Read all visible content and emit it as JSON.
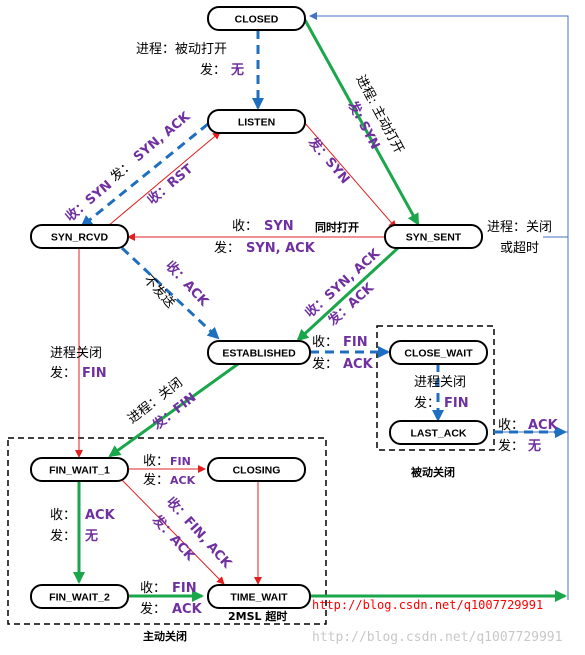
{
  "states": {
    "closed": "CLOSED",
    "listen": "LISTEN",
    "syn_rcvd": "SYN_RCVD",
    "syn_sent": "SYN_SENT",
    "established": "ESTABLISHED",
    "close_wait": "CLOSE_WAIT",
    "last_ack": "LAST_ACK",
    "fin_wait_1": "FIN_WAIT_1",
    "closing": "CLOSING",
    "fin_wait_2": "FIN_WAIT_2",
    "time_wait": "TIME_WAIT"
  },
  "labels": {
    "passive_open_1": "进程：被动打开",
    "passive_open_2": "发：",
    "passive_open_2v": "无",
    "active_open_a": "进程: 主动打开",
    "active_open_b": "发: SYN",
    "listen_send": "发：SYN",
    "listen_recv_1": "收：SYN",
    "listen_recv_1b": "发：",
    "listen_recv_1v": "SYN, ACK",
    "rst": "收：RST",
    "simul_recv": "收：",
    "simul_recv_v": "SYN",
    "simul_send": "发：",
    "simul_send_v": "SYN, ACK",
    "simul_open": "同时打开",
    "close_or_timeout_1": "进程：关闭",
    "close_or_timeout_2": "或超时",
    "synack_recv": "收：SYN, ACK",
    "synack_send": "发：ACK",
    "ack_recv": "收：ACK",
    "no_send": "不发送",
    "proc_close_1": "进程关闭",
    "proc_close_2": "发：",
    "proc_close_2v": "FIN",
    "est_close_a": "进程：关闭",
    "est_close_b": "发：FIN",
    "cw_recv": "收：",
    "cw_recv_v": "FIN",
    "cw_send": "发：",
    "cw_send_v": "ACK",
    "la_proc": "进程关闭",
    "la_send": "发：",
    "la_send_v": "FIN",
    "la_recv": "收：",
    "la_recv_v": "ACK",
    "la_send2": "发：",
    "la_send2_v": "无",
    "passive_close": "被动关闭",
    "fw1_recv": "收：",
    "fw1_recv_v": "FIN",
    "fw1_send": "发：",
    "fw1_send_v": "ACK",
    "fw1_ack_recv": "收：",
    "fw1_ack_recv_v": "ACK",
    "fw1_ack_send": "发：",
    "fw1_ack_send_v": "无",
    "finack_recv": "收：FIN, ACK",
    "finack_send": "发：ACK",
    "fw2_recv": "收：",
    "fw2_recv_v": "FIN",
    "fw2_send": "发：",
    "fw2_send_v": "ACK",
    "msl_timeout": "2MSL 超时",
    "active_close": "主动关闭",
    "watermark_url": "http://blog.csdn.net/q1007729991",
    "watermark_url_2": "http://blog.csdn.net/q1007729991"
  }
}
